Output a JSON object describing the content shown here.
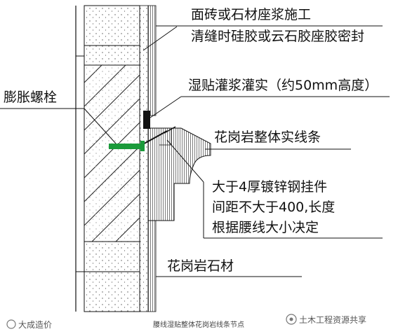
{
  "labels": {
    "facing_line1": "面砖或石材座浆施工",
    "facing_line2": "清缝时硅胶或云石胶座胶密封",
    "wet_grout": "湿贴灌浆灌实（约50mm高度）",
    "expansion_bolt": "膨胀螺栓",
    "granite_strip": "花岗岩整体实线条",
    "hanger_line1": "大于4厚镀锌钢挂件",
    "hanger_line2": "间距不大于400,长度",
    "hanger_line3": "根据腰线大小决定",
    "granite_stone": "花岗岩石材"
  },
  "caption": "腰线湿贴整体花岗岩线条节点",
  "watermarks": {
    "left": "大成造价",
    "right": "土木工程资源共享"
  },
  "colors": {
    "bolt": "#1a9a3a",
    "line": "#111111",
    "background": "#ffffff"
  }
}
